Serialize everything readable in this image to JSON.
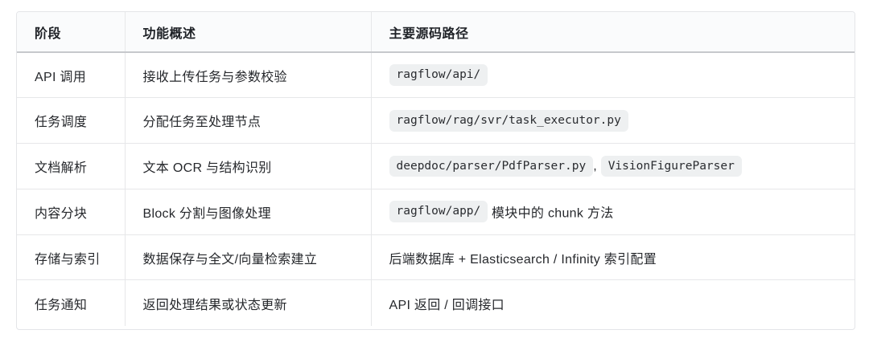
{
  "table": {
    "columns": [
      {
        "label": "阶段"
      },
      {
        "label": "功能概述"
      },
      {
        "label": "主要源码路径"
      }
    ],
    "rows": [
      {
        "stage": "API 调用",
        "summary": "接收上传任务与参数校验",
        "path": [
          {
            "type": "code",
            "text": "ragflow/api/"
          }
        ]
      },
      {
        "stage": "任务调度",
        "summary": "分配任务至处理节点",
        "path": [
          {
            "type": "code",
            "text": "ragflow/rag/svr/task_executor.py"
          }
        ]
      },
      {
        "stage": "文档解析",
        "summary": "文本 OCR 与结构识别",
        "path": [
          {
            "type": "code",
            "text": "deepdoc/parser/PdfParser.py"
          },
          {
            "type": "text",
            "text": ", "
          },
          {
            "type": "code",
            "text": "VisionFigureParser"
          }
        ]
      },
      {
        "stage": "内容分块",
        "summary": "Block 分割与图像处理",
        "path": [
          {
            "type": "code",
            "text": "ragflow/app/"
          },
          {
            "type": "text",
            "text": " 模块中的 chunk 方法"
          }
        ]
      },
      {
        "stage": "存储与索引",
        "summary": "数据保存与全文/向量检索建立",
        "path": [
          {
            "type": "text",
            "text": "后端数据库 + Elasticsearch / Infinity 索引配置"
          }
        ]
      },
      {
        "stage": "任务通知",
        "summary": "返回处理结果或状态更新",
        "path": [
          {
            "type": "text",
            "text": "API 返回 / 回调接口"
          }
        ]
      }
    ]
  },
  "colors": {
    "header_bg": "#fafbfc",
    "header_border": "#c6c8cc",
    "grid_line": "#e6e7e9",
    "code_chip_bg": "#eef0f1",
    "text": "#26282c"
  }
}
